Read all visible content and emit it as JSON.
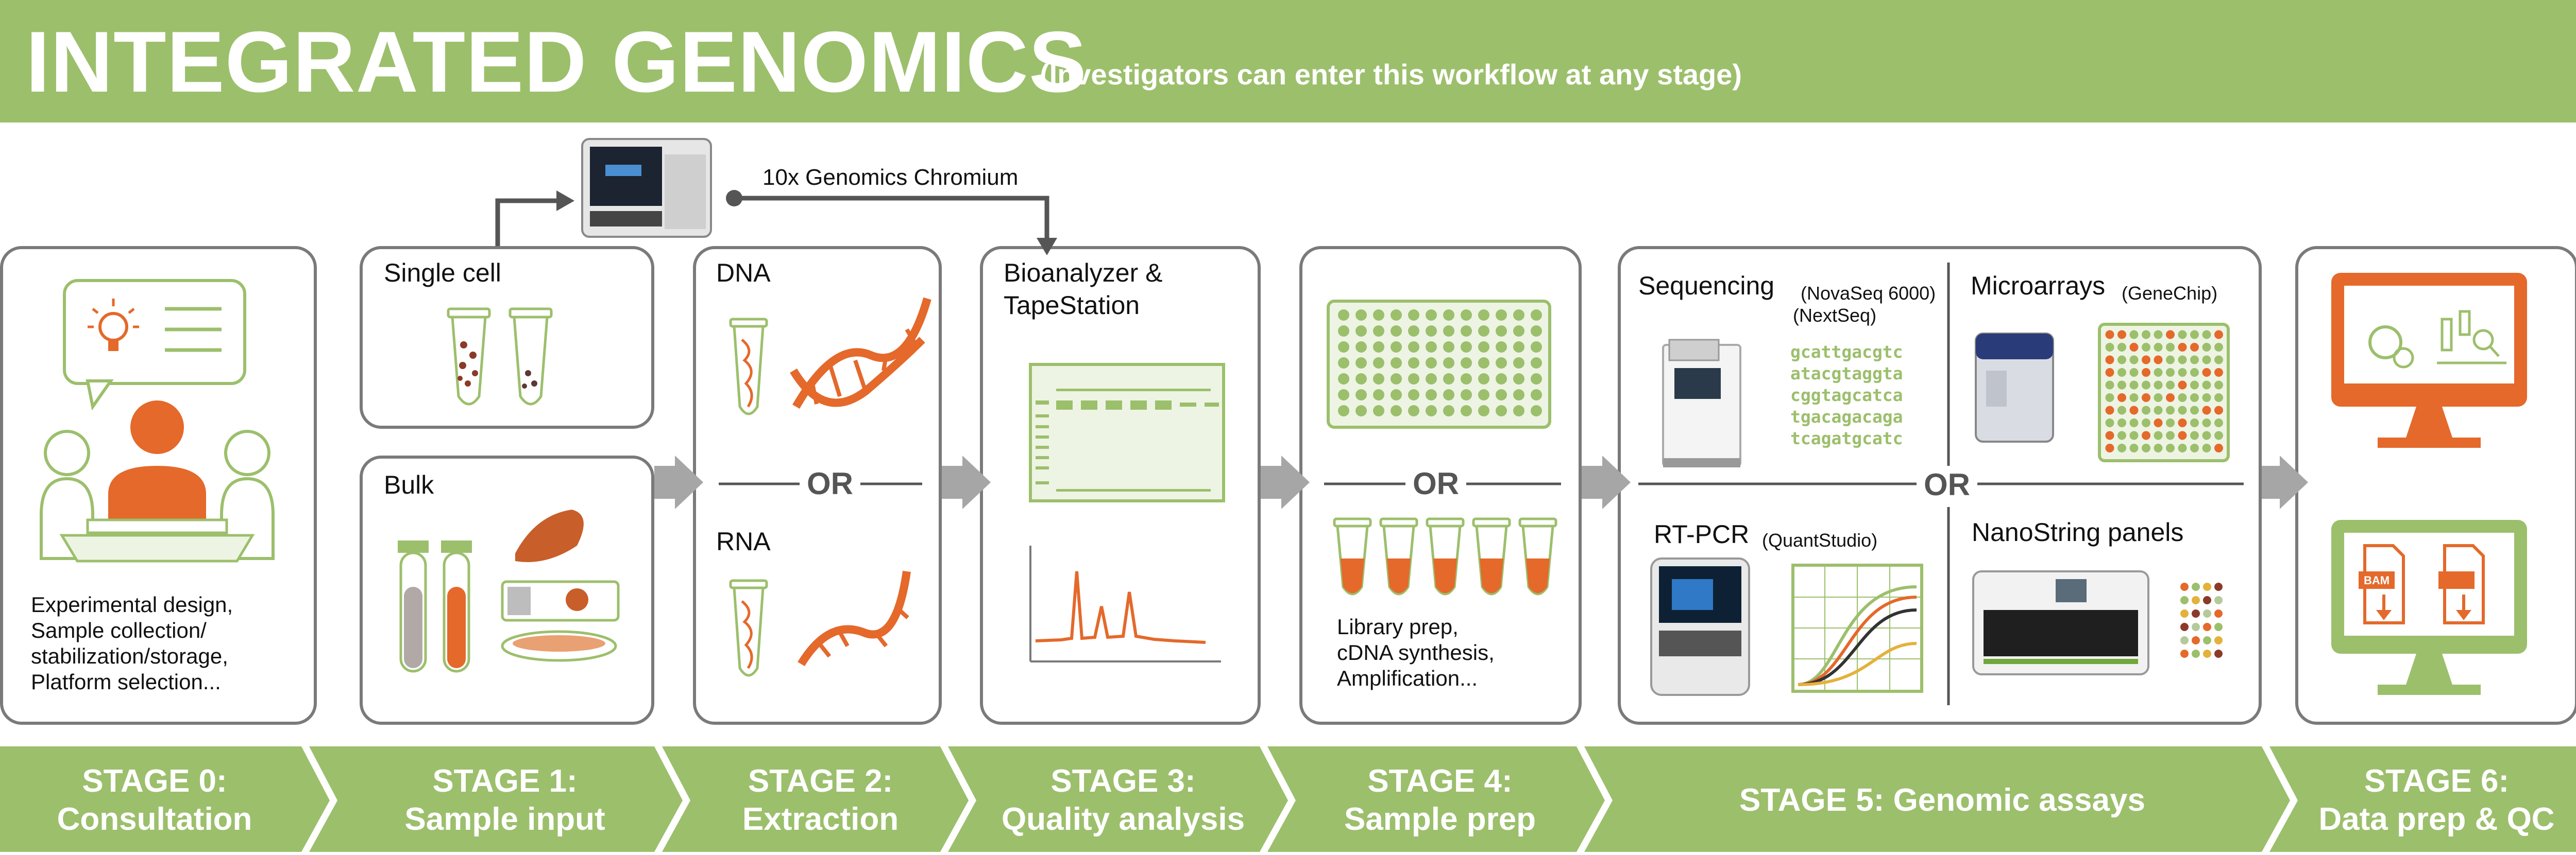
{
  "header": {
    "title": "INTEGRATED GENOMICS",
    "subtitle": "(Investigators can enter this workflow at any stage)"
  },
  "colors": {
    "green": "#9cbf6c",
    "orange": "#e4692b",
    "gray": "#7a7a7a"
  },
  "chromium_label": "10x Genomics Chromium",
  "or_label": "OR",
  "stage0": {
    "desc": [
      "Experimental design,",
      "Sample collection/",
      "stabilization/storage,",
      "Platform selection..."
    ]
  },
  "stage1": {
    "single_cell": "Single cell",
    "bulk": "Bulk"
  },
  "stage2": {
    "dna": "DNA",
    "rna": "RNA"
  },
  "stage3": {
    "title_line1": "Bioanalyzer &",
    "title_line2": "TapeStation"
  },
  "stage4": {
    "desc": [
      "Library prep,",
      "cDNA synthesis,",
      "Amplification..."
    ]
  },
  "stage5": {
    "sequencing": "Sequencing",
    "novaseq": "(NovaSeq 6000)",
    "nextseq": "(NextSeq)",
    "microarrays": "Microarrays",
    "genechip": "(GeneChip)",
    "rtpcr": "RT-PCR",
    "quantstudio": "(QuantStudio)",
    "nanostring": "NanoString panels",
    "sequence_lines": [
      "gcattgacgtc",
      "atacgtaggta",
      "cggtagcatca",
      "tgacagacaga",
      "tcagatgcatc"
    ]
  },
  "stages": [
    {
      "line1": "STAGE 0:",
      "line2": "Consultation"
    },
    {
      "line1": "STAGE 1:",
      "line2": "Sample input"
    },
    {
      "line1": "STAGE 2:",
      "line2": "Extraction"
    },
    {
      "line1": "STAGE 3:",
      "line2": "Quality analysis"
    },
    {
      "line1": "STAGE 4:",
      "line2": "Sample prep"
    },
    {
      "line1": "STAGE 5: Genomic assays",
      "line2": ""
    },
    {
      "line1": "STAGE 6:",
      "line2": "Data prep & QC"
    }
  ],
  "icons": [
    "consultation-icon",
    "tube-icon",
    "dna-helix-icon",
    "rna-strand-icon",
    "gel-icon",
    "electropherogram-icon",
    "well-plate-icon",
    "sequencer-icon",
    "microarray-icon",
    "pcr-curve-icon",
    "monitor-icon",
    "file-icon"
  ]
}
